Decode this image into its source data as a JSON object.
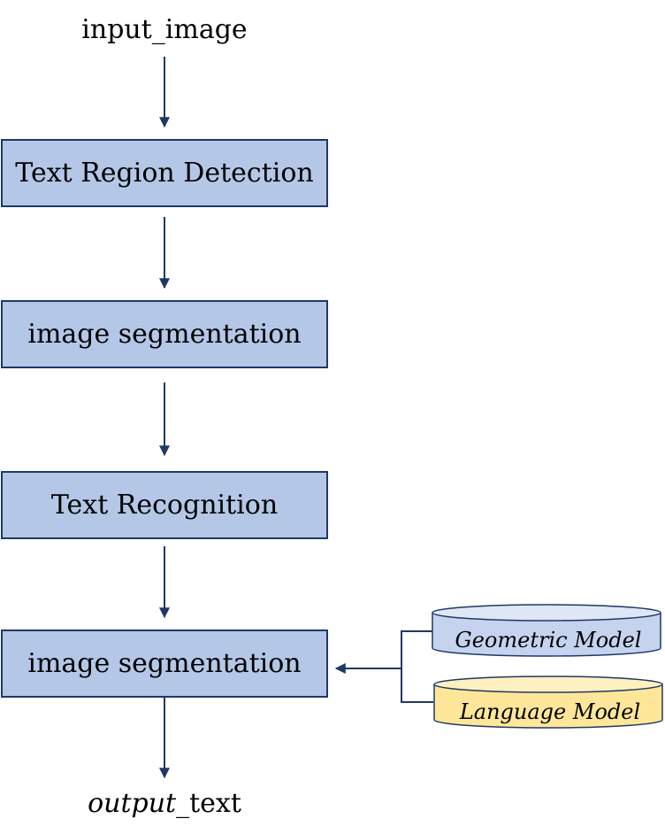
{
  "input": "input_image",
  "steps": [
    {
      "label": "Text Region Detection"
    },
    {
      "label": "image segmentation"
    },
    {
      "label": "Text Recognition"
    },
    {
      "label": "image segmentation"
    }
  ],
  "output": {
    "italic_part": "output",
    "plain_part": "_text"
  },
  "models": [
    {
      "label": "Geometric Model",
      "color": "#c5d3ee"
    },
    {
      "label": "Language Model",
      "color": "#ffe699"
    }
  ],
  "colors": {
    "box_fill": "#b4c7e7",
    "box_border": "#1f3864",
    "arrow": "#1f3864"
  }
}
